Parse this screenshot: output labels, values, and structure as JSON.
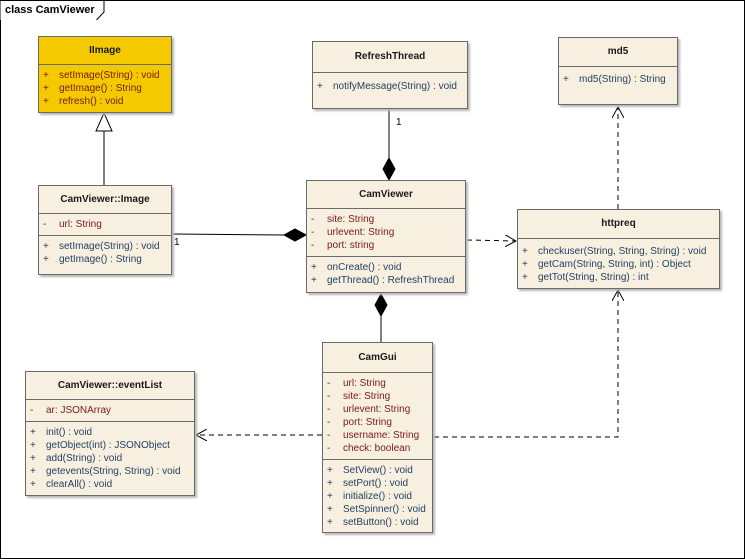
{
  "frame": {
    "label": "class CamViewer"
  },
  "classes": {
    "iimage": {
      "name": "IImage",
      "attributes": [],
      "operations": [
        {
          "vis": "+",
          "text": "setImage(String) : void"
        },
        {
          "vis": "+",
          "text": "getImage() : String"
        },
        {
          "vis": "+",
          "text": "refresh() : void"
        }
      ]
    },
    "refreshthread": {
      "name": "RefreshThread",
      "attributes": [],
      "operations": [
        {
          "vis": "+",
          "text": "notifyMessage(String) : void"
        }
      ]
    },
    "md5": {
      "name": "md5",
      "attributes": [],
      "operations": [
        {
          "vis": "+",
          "text": "md5(String) : String"
        }
      ]
    },
    "camviewer_image": {
      "name": "CamViewer::Image",
      "attributes": [
        {
          "vis": "-",
          "text": "url:  String"
        }
      ],
      "operations": [
        {
          "vis": "+",
          "text": "setImage(String) : void"
        },
        {
          "vis": "+",
          "text": "getImage() : String"
        }
      ]
    },
    "camviewer": {
      "name": "CamViewer",
      "attributes": [
        {
          "vis": "-",
          "text": "site:  String"
        },
        {
          "vis": "-",
          "text": "urlevent:  String"
        },
        {
          "vis": "-",
          "text": "port:  string"
        }
      ],
      "operations": [
        {
          "vis": "+",
          "text": "onCreate() : void"
        },
        {
          "vis": "+",
          "text": "getThread() : RefreshThread"
        }
      ]
    },
    "httpreq": {
      "name": "httpreq",
      "attributes": [],
      "operations": [
        {
          "vis": "+",
          "text": "checkuser(String, String, String) : void"
        },
        {
          "vis": "+",
          "text": "getCam(String, String, int) : Object"
        },
        {
          "vis": "+",
          "text": "getTot(String, String) : int"
        }
      ]
    },
    "camgui": {
      "name": "CamGui",
      "attributes": [
        {
          "vis": "-",
          "text": "url:  String"
        },
        {
          "vis": "-",
          "text": "site:  String"
        },
        {
          "vis": "-",
          "text": "urlevent:  String"
        },
        {
          "vis": "-",
          "text": "port:  String"
        },
        {
          "vis": "-",
          "text": "username:  String"
        },
        {
          "vis": "-",
          "text": "check:  boolean"
        }
      ],
      "operations": [
        {
          "vis": "+",
          "text": "SetView() : void"
        },
        {
          "vis": "+",
          "text": "setPort() : void"
        },
        {
          "vis": "+",
          "text": "initialize() : void"
        },
        {
          "vis": "+",
          "text": "SetSpinner() : void"
        },
        {
          "vis": "+",
          "text": "setButton() : void"
        }
      ]
    },
    "eventlist": {
      "name": "CamViewer::eventList",
      "attributes": [
        {
          "vis": "-",
          "text": "ar:  JSONArray"
        }
      ],
      "operations": [
        {
          "vis": "+",
          "text": "init() : void"
        },
        {
          "vis": "+",
          "text": "getObject(int) : JSONObject"
        },
        {
          "vis": "+",
          "text": "add(String) : void"
        },
        {
          "vis": "+",
          "text": "getevents(String, String) : void"
        },
        {
          "vis": "+",
          "text": "clearAll() : void"
        }
      ]
    }
  },
  "multiplicities": {
    "refresh_to_camviewer": "1",
    "image_to_camviewer": "1"
  },
  "colors": {
    "class_fill": "#f7efe0",
    "interface_fill": "#f5c900",
    "border": "#6a6a6a"
  }
}
